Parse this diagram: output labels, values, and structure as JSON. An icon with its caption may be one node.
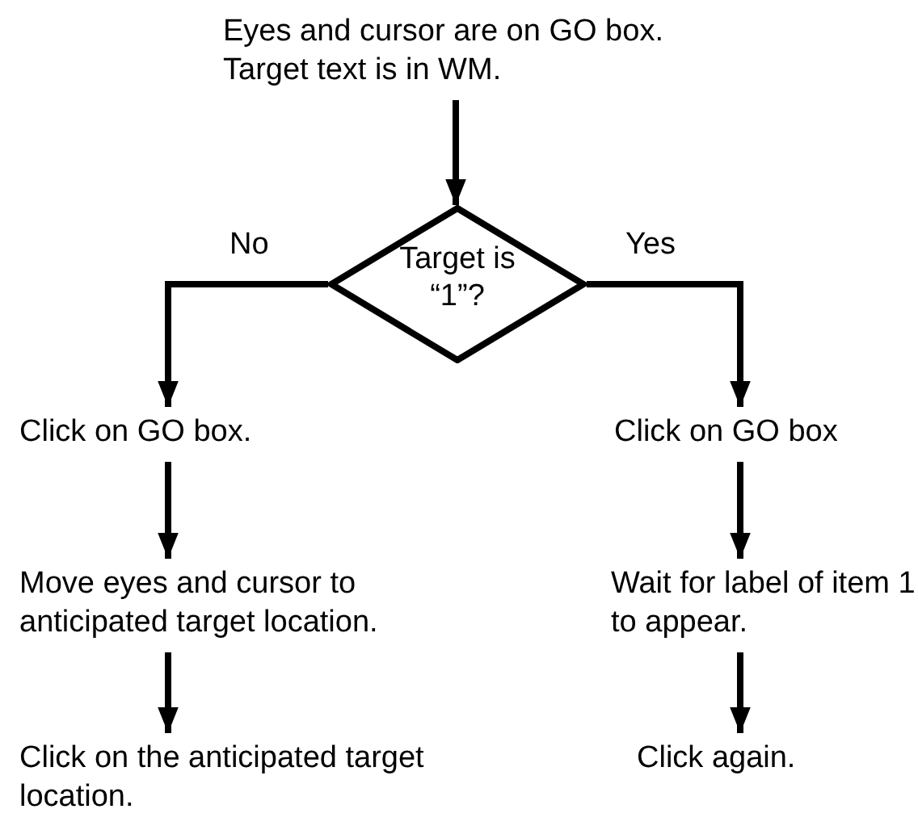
{
  "diagram": {
    "nodes": [
      {
        "text": [
          "Eyes and cursor are on GO box. Target text is in WM."
        ]
      },
      {
        "text": [
          "Target is “1”?"
        ]
      },
      {
        "text": [
          "Click on GO box."
        ]
      },
      {
        "text": [
          "Move eyes and cursor to anticipated target location."
        ]
      },
      {
        "text": [
          "Click on the anticipated target location."
        ]
      },
      {
        "text": [
          "Click on GO box"
        ]
      },
      {
        "text": [
          "Wait for label of item 1 to appear."
        ]
      },
      {
        "text": [
          "Click again."
        ]
      }
    ],
    "edges": [
      {
        "from": 0,
        "to": 1,
        "arrow": "to"
      },
      {
        "from": 1,
        "to": 2,
        "arrow": "to",
        "label": "No"
      },
      {
        "from": 1,
        "to": 5,
        "arrow": "to",
        "label": "Yes"
      },
      {
        "from": 2,
        "to": 3,
        "arrow": "to"
      },
      {
        "from": 3,
        "to": 4,
        "arrow": "to"
      },
      {
        "from": 5,
        "to": 6,
        "arrow": "to"
      },
      {
        "from": 6,
        "to": 7,
        "arrow": "to"
      }
    ]
  }
}
